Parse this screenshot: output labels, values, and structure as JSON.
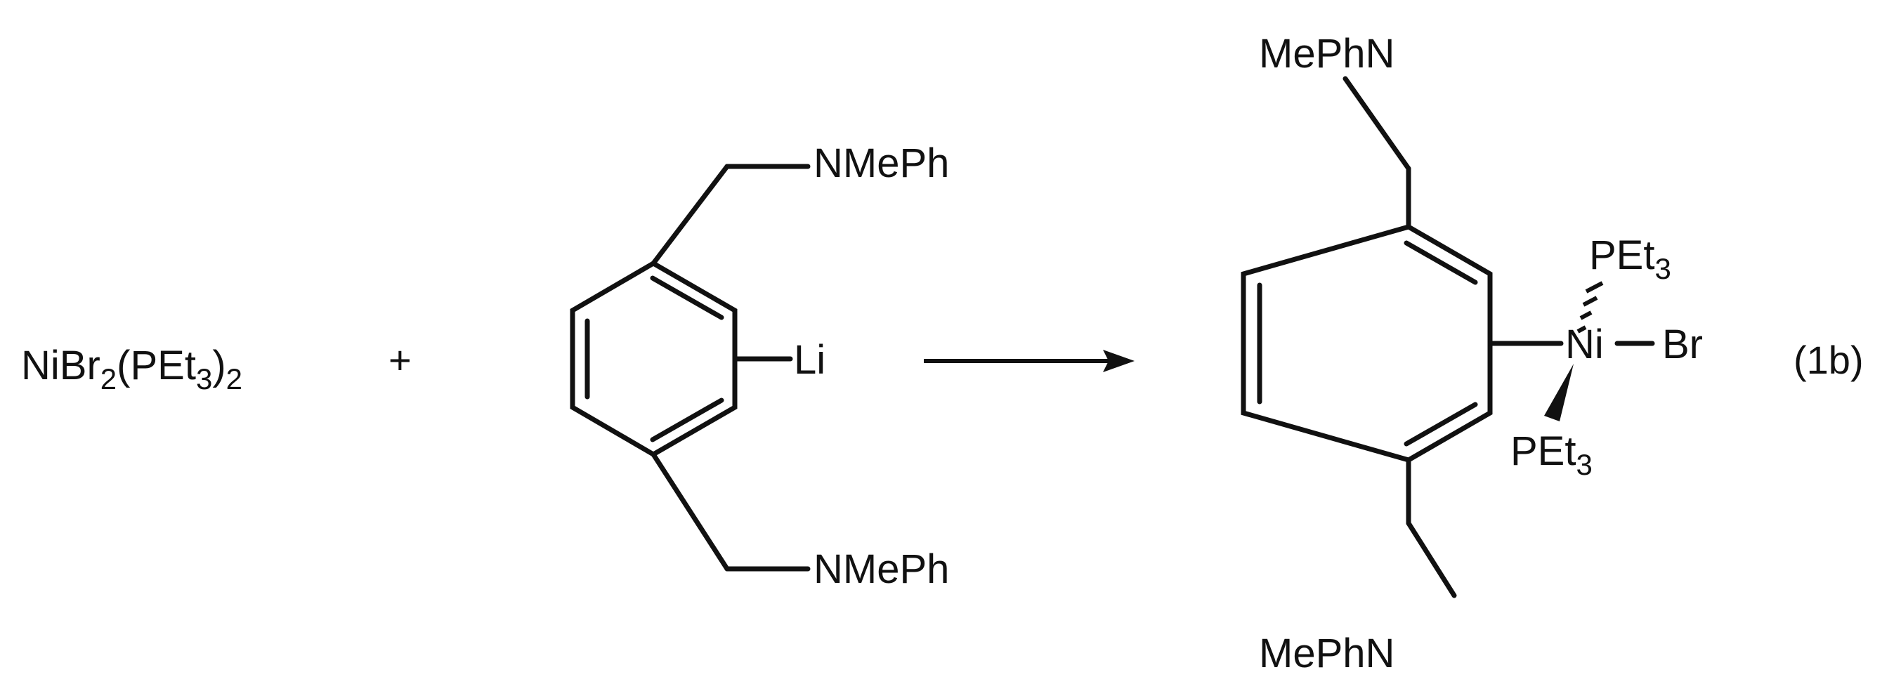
{
  "reagent": {
    "main": "NiBr",
    "sub1": "2",
    "mid": "(PEt",
    "sub2": "3",
    "tail": ")",
    "sub3": "2"
  },
  "plus": "+",
  "aryllithium": {
    "top_group": "NMePh",
    "metal": "Li",
    "bottom_group": "NMePh"
  },
  "product": {
    "top_group": "MePhN",
    "bottom_group": "MePhN",
    "metal": "Ni",
    "halide": "Br",
    "ligand_top": {
      "main": "PEt",
      "sub": "3"
    },
    "ligand_bottom": {
      "main": "PEt",
      "sub": "3"
    }
  },
  "equation_label": "(1b)"
}
